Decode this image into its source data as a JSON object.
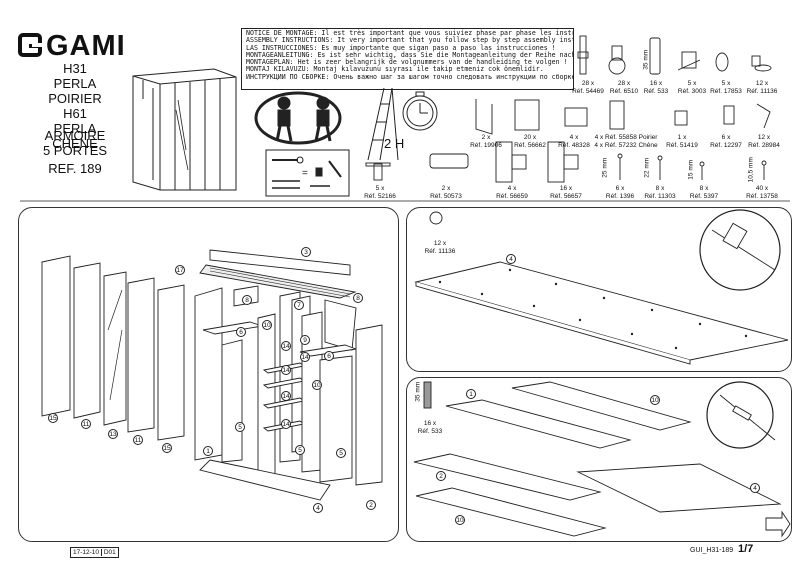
{
  "brand": {
    "name": "GAMI"
  },
  "product": {
    "models": [
      "H31",
      "PERLA POIRIER",
      "H61",
      "PERLA CHENE"
    ],
    "description": [
      "ARMOIRE",
      "5 PORTES"
    ],
    "reference": "REF. 189"
  },
  "notice_lines": [
    "NOTICE DE MONTAGE: Il est très important que vous suiviez phase par phase les instructions de montage !",
    "ASSEMBLY INSTRUCTIONS: It very important that you follow step by step assembly instructions !",
    "LAS INSTRUCCIONES: Es muy importante que sigan paso a paso las instrucciones !",
    "MONTAGEANLEITUNG: Es ist sehr wichtig, dass Sie die Montageanleitung der Reihe nach verfolgen !",
    "MONTAGEPLAN: Het is zeer belangrijk de volgnummers van de handleiding te volgen !",
    "MONTAJ KILAVUZU: Montaj kılavuzunu sıyrası ile takip etmeniz cok önemlidir.",
    "ИНСТРУКЦИИ ПО СБОРКЕ: Очень важно шаг за шагом точно следовать инструкции по сборке"
  ],
  "tools": {
    "time": "2 H"
  },
  "hardware": [
    {
      "qty": "28 x",
      "ref": "Réf. 54469"
    },
    {
      "qty": "28 x",
      "ref": "Réf. 6510"
    },
    {
      "qty": "16 x",
      "ref": "Réf. 533",
      "size": "35 mm"
    },
    {
      "qty": "5 x",
      "ref": "Réf. 3003"
    },
    {
      "qty": "5 x",
      "ref": "Réf. 17853"
    },
    {
      "qty": "12 x",
      "ref": "Réf. 11136"
    },
    {
      "qty": "2 x",
      "ref": "Réf. 19906"
    },
    {
      "qty": "20 x",
      "ref": "Réf. 56662"
    },
    {
      "qty": "4 x",
      "ref": "Réf. 48328"
    },
    {
      "qty": "4 x",
      "ref": "Réf. 55858 Poirier"
    },
    {
      "qty": "4 x",
      "ref": "Réf. 57232 Chêne"
    },
    {
      "qty": "1 x",
      "ref": "Réf. 51419"
    },
    {
      "qty": "6 x",
      "ref": "Réf. 12297"
    },
    {
      "qty": "12 x",
      "ref": "Réf. 28984"
    },
    {
      "qty": "5 x",
      "ref": "Réf. 52166"
    },
    {
      "qty": "2 x",
      "ref": "Réf. 50573"
    },
    {
      "qty": "4 x",
      "ref": "Réf. 56659"
    },
    {
      "qty": "16 x",
      "ref": "Réf. 56657"
    },
    {
      "qty": "6 x",
      "ref": "Réf. 1396",
      "size": "25 mm"
    },
    {
      "qty": "8 x",
      "ref": "Réf. 11303",
      "size": "22 mm"
    },
    {
      "qty": "8 x",
      "ref": "Réf. 5397",
      "size": "15 mm"
    },
    {
      "qty": "40 x",
      "ref": "Réf. 13758",
      "size": "10,5 mm"
    }
  ],
  "step1": {
    "qty": "12 x",
    "ref": "Réf. 11136",
    "part": "4"
  },
  "step2": {
    "qty": "16 x",
    "ref": "Réf. 533",
    "size": "35 mm",
    "parts": [
      "1",
      "10",
      "2",
      "4",
      "10"
    ]
  },
  "exploded_parts": [
    "3",
    "17",
    "8",
    "8",
    "6",
    "6",
    "10",
    "14",
    "14",
    "14",
    "14",
    "10",
    "7",
    "15",
    "11",
    "13",
    "11",
    "15",
    "1",
    "5",
    "5",
    "5",
    "9",
    "2",
    "4",
    "14"
  ],
  "footer": {
    "date": "17-12-10",
    "rev": "D01",
    "code": "GUI_H31-189",
    "page": "1/7"
  }
}
